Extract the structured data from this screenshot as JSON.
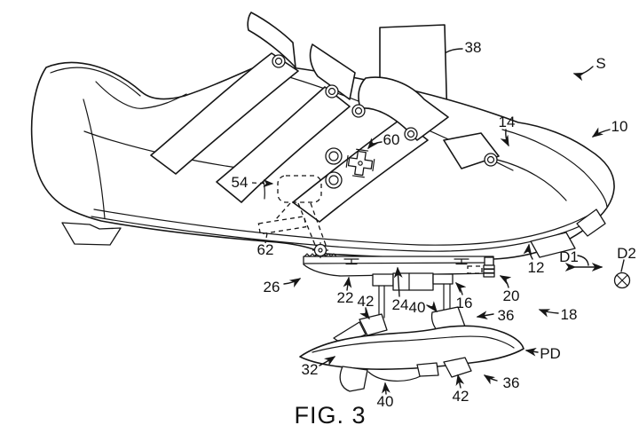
{
  "figure": {
    "caption": "FIG. 3"
  },
  "labels": {
    "l38": "38",
    "lS": "S",
    "l14": "14",
    "l10": "10",
    "l60": "60",
    "l54": "54",
    "l62": "62",
    "l12": "12",
    "lD1": "D1",
    "lD2": "D2",
    "l18": "18",
    "l26": "26",
    "l22": "22",
    "l42_upper": "42",
    "l24": "24",
    "l40_upper": "40",
    "l16": "16",
    "l20": "20",
    "l36_upper": "36",
    "lPD": "PD",
    "l32": "32",
    "l40_lower": "40",
    "l42_lower": "42",
    "l36_lower": "36"
  }
}
